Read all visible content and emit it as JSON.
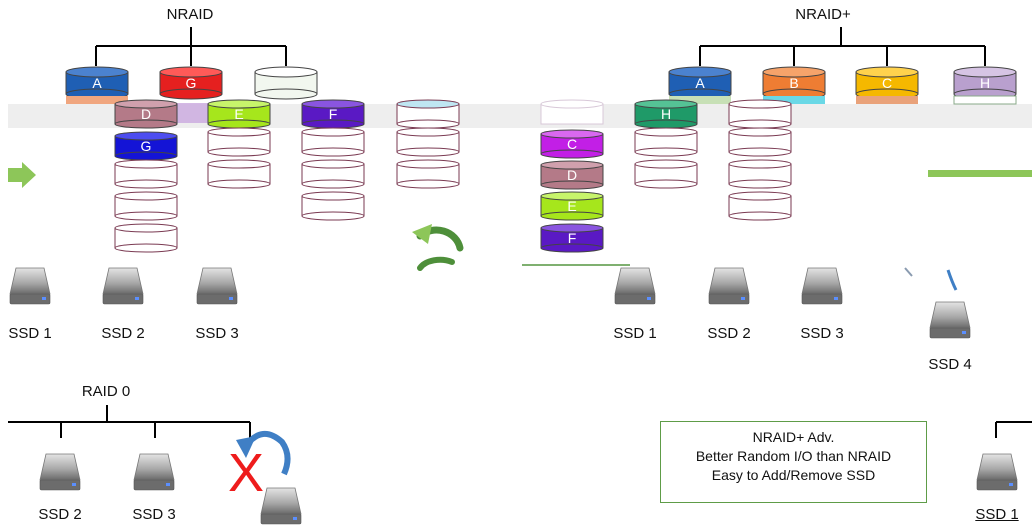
{
  "titles": {
    "nraid": "NRAID",
    "nraid_plus": "NRAID+",
    "raid0": "RAID 0"
  },
  "ssd_labels": {
    "nraid": [
      "SSD 1",
      "SSD 2",
      "SSD 3"
    ],
    "nraid_plus": [
      "SSD 1",
      "SSD 2",
      "SSD 3",
      "SSD 4"
    ],
    "raid0": [
      "SSD 2",
      "SSD 3"
    ],
    "right_raid": "SSD 1"
  },
  "icon_text": "SSD",
  "advantages": {
    "title": "NRAID+ Adv.",
    "lines": [
      "Better Random I/O than NRAID",
      "Easy to Add/Remove SSD"
    ]
  },
  "failure_mark": "X",
  "colors": {
    "A": "#1f5fb4",
    "B": "#ee7d33",
    "C": "#f5b800",
    "D": "#b47a88",
    "E": "#a6e61c",
    "F": "#5a19c4",
    "G_red": "#e5201f",
    "G_blue": "#1414d6",
    "H_green": "#1f9a68",
    "H_lilac": "#b9a0ce",
    "C_purple": "#c21fe6",
    "arrow_green": "#8dc659",
    "rotate_blue": "#3f7fc5",
    "box_border": "#5e9c48",
    "x_red": "#ee1c1c"
  },
  "cylinders": {
    "nraid_top": [
      {
        "label": "A",
        "color": "#1f5fb4"
      },
      {
        "label": "G",
        "color": "#e5201f"
      },
      {
        "label": "",
        "color": "#f2f7ef"
      }
    ],
    "nraid_plus_top": [
      {
        "label": "A",
        "color": "#1f5fb4"
      },
      {
        "label": "B",
        "color": "#ee7d33"
      },
      {
        "label": "C",
        "color": "#f5b800"
      },
      {
        "label": "H",
        "color": "#b9a0ce"
      }
    ],
    "mid_row": [
      {
        "label": "D",
        "color": "#b47a88"
      },
      {
        "label": "E",
        "color": "#a6e61c"
      },
      {
        "label": "F",
        "color": "#5a19c4"
      },
      {
        "label": "H",
        "color": "#1f9a68"
      }
    ],
    "extra": [
      {
        "label": "G",
        "color": "#1414d6"
      }
    ],
    "center_stack": [
      {
        "label": "C",
        "color": "#c21fe6"
      },
      {
        "label": "D",
        "color": "#b47a88"
      },
      {
        "label": "E",
        "color": "#a6e61c"
      },
      {
        "label": "F",
        "color": "#5a19c4"
      }
    ]
  }
}
